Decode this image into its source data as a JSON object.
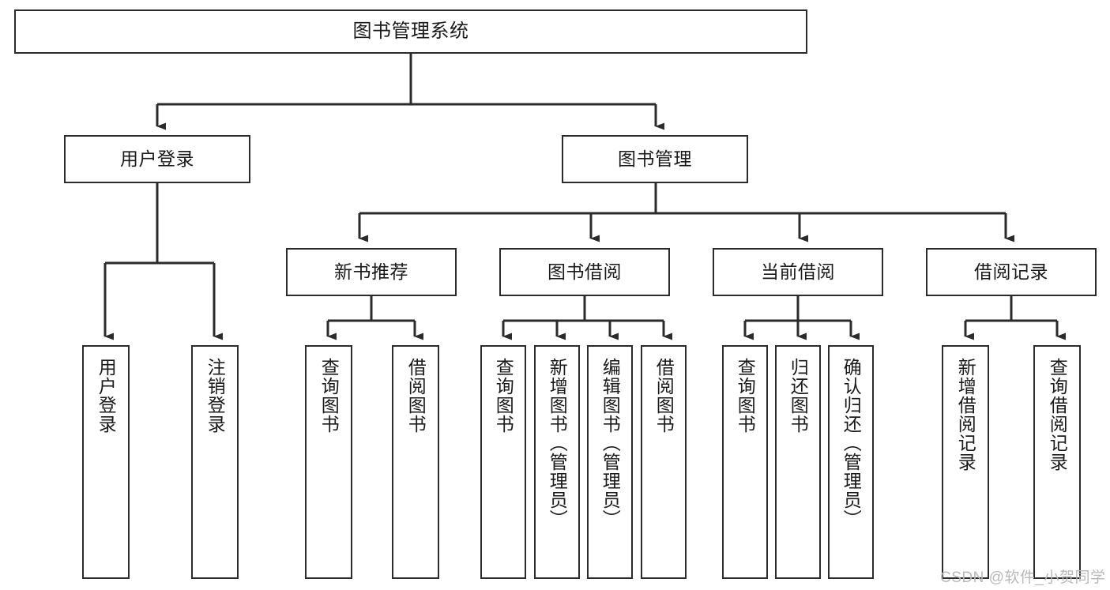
{
  "diagram": {
    "title": "图书管理系统",
    "type": "functional-hierarchy-tree",
    "colors": {
      "box_border": "#2b2b2b",
      "box_fill": "#ffffff",
      "edge": "#2b2b2b",
      "text": "#1a1a1a",
      "watermark": "#b9b9b9",
      "background": "#ffffff"
    },
    "nodes": {
      "root": {
        "label": "图书管理系统"
      },
      "level2": [
        {
          "id": "user-login",
          "label": "用户登录"
        },
        {
          "id": "book-management",
          "label": "图书管理"
        }
      ],
      "level3": [
        {
          "id": "new-book-recommend",
          "label": "新书推荐"
        },
        {
          "id": "book-borrow",
          "label": "图书借阅"
        },
        {
          "id": "current-borrow",
          "label": "当前借阅"
        },
        {
          "id": "borrow-record",
          "label": "借阅记录"
        }
      ],
      "leaves": {
        "user_login": [
          {
            "id": "leaf-user-login",
            "label": "用户登录"
          },
          {
            "id": "leaf-user-logout",
            "label": "注销登录"
          }
        ],
        "new_book_recommend": [
          {
            "id": "leaf-query-book-1",
            "label": "查询图书"
          },
          {
            "id": "leaf-borrow-book-1",
            "label": "借阅图书"
          }
        ],
        "book_borrow": [
          {
            "id": "leaf-query-book-2",
            "label": "查询图书"
          },
          {
            "id": "leaf-add-book",
            "label": "新增图书（管理员）"
          },
          {
            "id": "leaf-edit-book",
            "label": "编辑图书（管理员）"
          },
          {
            "id": "leaf-borrow-book-2",
            "label": "借阅图书"
          }
        ],
        "current_borrow": [
          {
            "id": "leaf-query-book-3",
            "label": "查询图书"
          },
          {
            "id": "leaf-return-book",
            "label": "归还图书"
          },
          {
            "id": "leaf-confirm-return",
            "label": "确认归还（管理员）"
          }
        ],
        "borrow_record": [
          {
            "id": "leaf-add-record",
            "label": "新增借阅记录"
          },
          {
            "id": "leaf-query-record",
            "label": "查询借阅记录"
          }
        ]
      }
    },
    "watermark": "CSDN @软件_小贺同学"
  }
}
